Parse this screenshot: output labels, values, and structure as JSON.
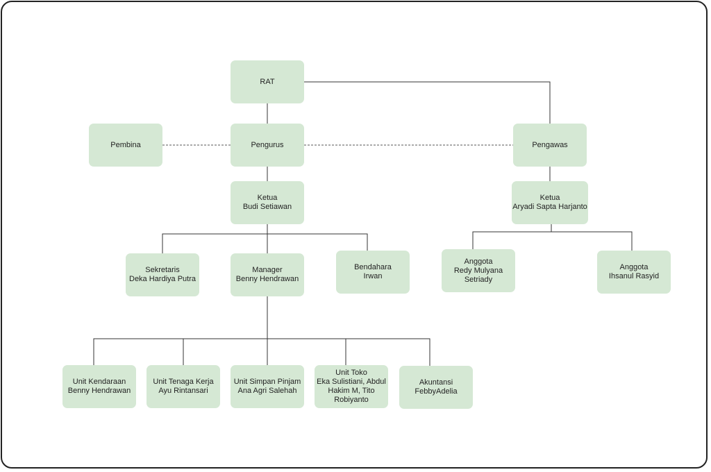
{
  "nodes": {
    "rat": {
      "title": "RAT"
    },
    "pembina": {
      "title": "Pembina"
    },
    "pengurus": {
      "title": "Pengurus"
    },
    "pengawas": {
      "title": "Pengawas"
    },
    "ketua_pengurus": {
      "title": "Ketua",
      "name": "Budi Setiawan"
    },
    "ketua_pengawas": {
      "title": "Ketua",
      "name": "Aryadi Sapta Harjanto"
    },
    "sekretaris": {
      "title": "Sekretaris",
      "name": "Deka Hardiya Putra"
    },
    "manager": {
      "title": "Manager",
      "name": "Benny Hendrawan"
    },
    "bendahara": {
      "title": "Bendahara",
      "name": "Irwan"
    },
    "anggota_1": {
      "title": "Anggota",
      "name": "Redy Mulyana",
      "name2": "Setriady"
    },
    "anggota_2": {
      "title": "Anggota",
      "name": "Ihsanul Rasyid"
    },
    "unit_kendaraan": {
      "title": "Unit Kendaraan",
      "name": "Benny Hendrawan"
    },
    "unit_tenaga_kerja": {
      "title": "Unit Tenaga Kerja",
      "name": "Ayu Rintansari"
    },
    "unit_simpan_pinjam": {
      "title": "Unit Simpan Pinjam",
      "name": "Ana Agri Salehah"
    },
    "unit_toko": {
      "title": "Unit Toko",
      "name": "Eka Sulistiani, Abdul Hakim M, Tito Robiyanto"
    },
    "akuntansi": {
      "title": "Akuntansi",
      "name": "FebbyAdelia"
    }
  },
  "colors": {
    "node_fill": "#d5e8d4",
    "line": "#222222",
    "text": "#222222"
  }
}
